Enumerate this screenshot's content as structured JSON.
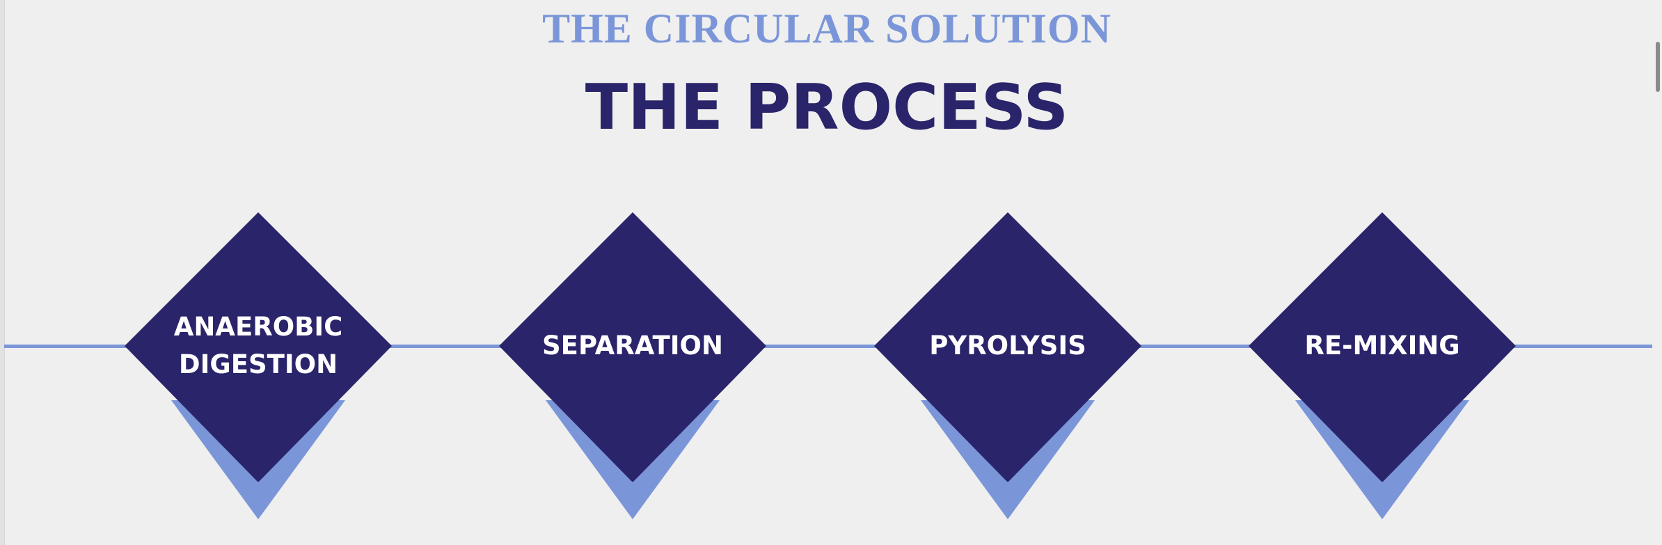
{
  "header": {
    "eyebrow": "THE CIRCULAR SOLUTION",
    "title": "THE PROCESS"
  },
  "steps": [
    {
      "label": "ANAEROBIC\nDIGESTION"
    },
    {
      "label": "SEPARATION"
    },
    {
      "label": "PYROLYSIS"
    },
    {
      "label": "RE-MIXING"
    }
  ],
  "colors": {
    "background": "#efefef",
    "accent_light": "#7b96d8",
    "accent_dark": "#2a246a",
    "label_text": "#ffffff"
  }
}
